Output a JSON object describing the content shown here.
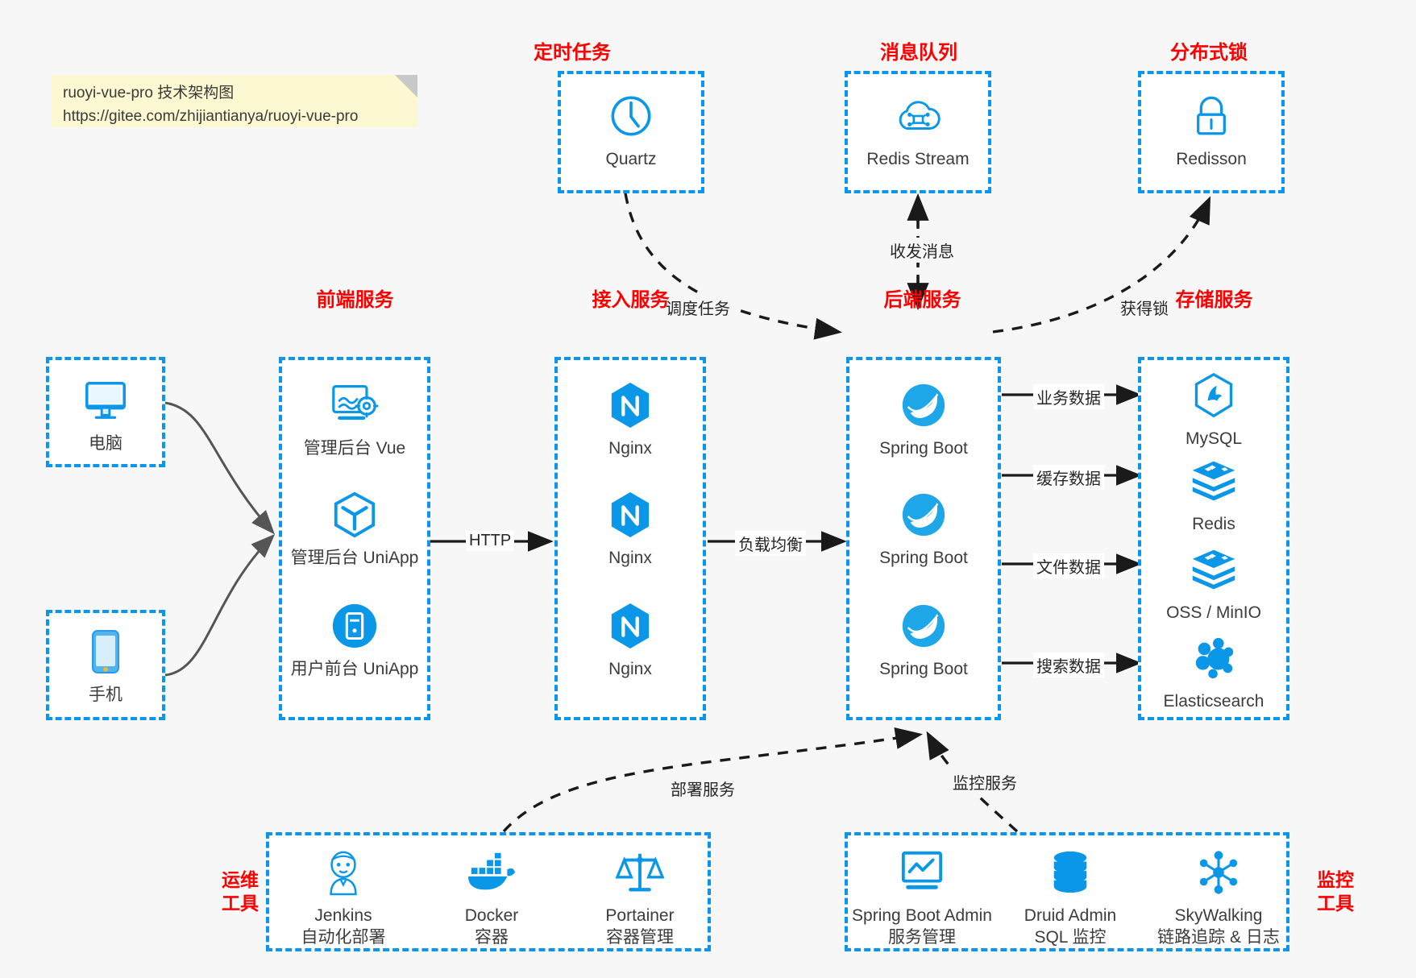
{
  "note": {
    "line1": "ruoyi-vue-pro 技术架构图",
    "line2": "https://gitee.com/zhijiantianya/ruoyi-vue-pro"
  },
  "colors": {
    "group_border": "#0a95ef",
    "group_title": "#ff0000",
    "icon_blue": "#0b97e8",
    "arrow": "#1a1a1a",
    "background": "#f7f7f7",
    "note_bg": "#fcf8d1"
  },
  "groups": {
    "scheduled_task": {
      "title": "定时任务",
      "nodes": [
        {
          "label": "Quartz",
          "icon": "clock-icon"
        }
      ]
    },
    "message_queue": {
      "title": "消息队列",
      "nodes": [
        {
          "label": "Redis Stream",
          "icon": "cloud-stream-icon"
        }
      ]
    },
    "distributed_lock": {
      "title": "分布式锁",
      "nodes": [
        {
          "label": "Redisson",
          "icon": "lock-icon"
        }
      ]
    },
    "client_pc": {
      "title": "",
      "nodes": [
        {
          "label": "电脑",
          "icon": "monitor-icon"
        }
      ]
    },
    "client_mobile": {
      "title": "",
      "nodes": [
        {
          "label": "手机",
          "icon": "phone-icon"
        }
      ]
    },
    "frontend": {
      "title": "前端服务",
      "nodes": [
        {
          "label": "管理后台 Vue",
          "icon": "dashboard-gear-icon"
        },
        {
          "label": "管理后台 UniApp",
          "icon": "cube-icon"
        },
        {
          "label": "用户前台 UniApp",
          "icon": "app-circle-icon"
        }
      ]
    },
    "gateway": {
      "title": "接入服务",
      "nodes": [
        {
          "label": "Nginx",
          "icon": "nginx-icon"
        },
        {
          "label": "Nginx",
          "icon": "nginx-icon"
        },
        {
          "label": "Nginx",
          "icon": "nginx-icon"
        }
      ]
    },
    "backend": {
      "title": "后端服务",
      "nodes": [
        {
          "label": "Spring Boot",
          "icon": "spring-boot-icon"
        },
        {
          "label": "Spring Boot",
          "icon": "spring-boot-icon"
        },
        {
          "label": "Spring Boot",
          "icon": "spring-boot-icon"
        }
      ]
    },
    "storage": {
      "title": "存储服务",
      "nodes": [
        {
          "label": "MySQL",
          "icon": "mysql-icon"
        },
        {
          "label": "Redis",
          "icon": "redis-icon"
        },
        {
          "label": "OSS / MinIO",
          "icon": "redis-icon"
        },
        {
          "label": "Elasticsearch",
          "icon": "elasticsearch-icon"
        }
      ]
    },
    "devops": {
      "title": "运维\n工具",
      "title_l1": "运维",
      "title_l2": "工具",
      "nodes": [
        {
          "label": "Jenkins",
          "sub": "自动化部署",
          "icon": "jenkins-icon"
        },
        {
          "label": "Docker",
          "sub": "容器",
          "icon": "docker-icon"
        },
        {
          "label": "Portainer",
          "sub": "容器管理",
          "icon": "scales-icon"
        }
      ]
    },
    "monitoring": {
      "title_l1": "监控",
      "title_l2": "工具",
      "nodes": [
        {
          "label": "Spring Boot Admin",
          "sub": "服务管理",
          "icon": "monitor-chart-icon"
        },
        {
          "label": "Druid Admin",
          "sub": "SQL 监控",
          "icon": "database-icon"
        },
        {
          "label": "SkyWalking",
          "sub": "链路追踪 & 日志",
          "icon": "skywalking-icon"
        }
      ]
    }
  },
  "edges": [
    {
      "id": "schedule-task",
      "label": "调度任务",
      "from": "scheduled_task",
      "to": "backend",
      "style": "dashed"
    },
    {
      "id": "send-receive-message",
      "label": "收发消息",
      "from": "backend",
      "to": "message_queue",
      "style": "dashed-bidirectional"
    },
    {
      "id": "acquire-lock",
      "label": "获得锁",
      "from": "backend",
      "to": "distributed_lock",
      "style": "dashed"
    },
    {
      "id": "http",
      "label": "HTTP",
      "from": "frontend",
      "to": "gateway",
      "style": "solid"
    },
    {
      "id": "load-balance",
      "label": "负载均衡",
      "from": "gateway",
      "to": "backend",
      "style": "solid"
    },
    {
      "id": "business-data",
      "label": "业务数据",
      "from": "backend",
      "to": "storage",
      "style": "solid"
    },
    {
      "id": "cache-data",
      "label": "缓存数据",
      "from": "backend",
      "to": "storage",
      "style": "solid"
    },
    {
      "id": "file-data",
      "label": "文件数据",
      "from": "backend",
      "to": "storage",
      "style": "solid"
    },
    {
      "id": "search-data",
      "label": "搜索数据",
      "from": "backend",
      "to": "storage",
      "style": "solid"
    },
    {
      "id": "deploy-service",
      "label": "部署服务",
      "from": "devops",
      "to": "backend",
      "style": "dashed"
    },
    {
      "id": "monitor-service",
      "label": "监控服务",
      "from": "monitoring",
      "to": "backend",
      "style": "dashed"
    }
  ]
}
